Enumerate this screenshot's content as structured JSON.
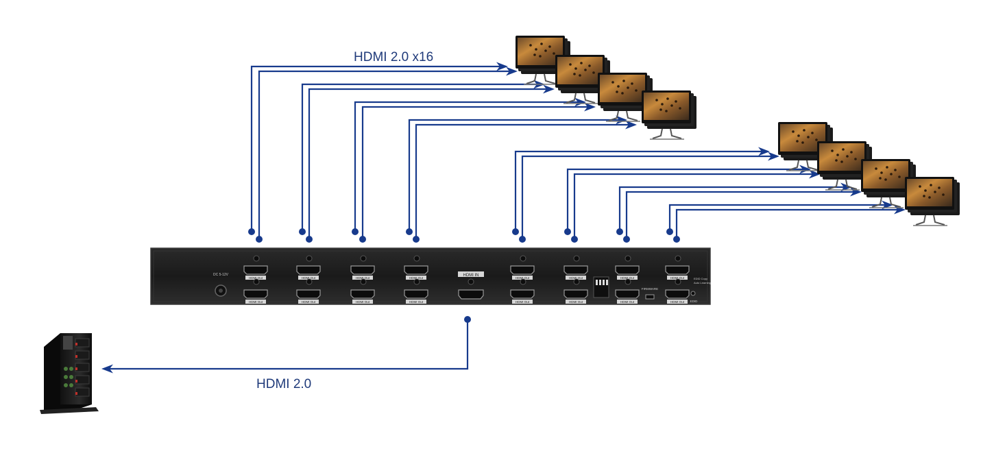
{
  "labels": {
    "outputs_cable": "HDMI 2.0 x16",
    "input_cable": "HDMI 2.0"
  },
  "colors": {
    "cable": "#173a8c",
    "device_body": "#1c1c1c",
    "device_edge": "#3a3a3a",
    "port_label": "#c9c9c9",
    "background": "#ffffff"
  },
  "icons": {
    "monitor": "monitor-icon",
    "server": "server-tower-icon",
    "splitter": "hdmi-splitter-device",
    "arrow": "arrow-head-icon"
  },
  "device": {
    "output_port_label": "HDMI Out",
    "input_port_label": "HDMI IN",
    "power_label": "DC 5-12V",
    "firmware_label": "FIRMWARE",
    "edid_label": "EDID",
    "edid_mode_copy": "EDID Copy",
    "edid_mode_learning": "Auto Learning"
  },
  "output_count": 16,
  "monitor_groups": 2,
  "monitors_per_group": 4
}
